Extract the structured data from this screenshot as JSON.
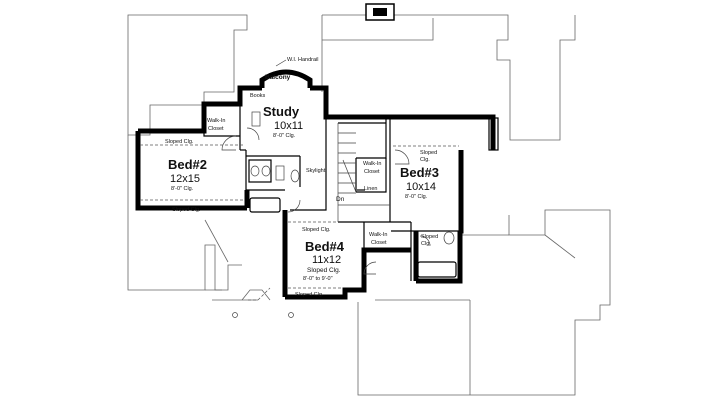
{
  "rooms": {
    "study": {
      "name": "Study",
      "size": "10x11",
      "ceiling": "8'-0\" Clg."
    },
    "bed2": {
      "name": "Bed#2",
      "size": "12x15",
      "ceiling": "8'-0\" Clg."
    },
    "bed3": {
      "name": "Bed#3",
      "size": "10x14",
      "ceiling": "8'-0\" Clg."
    },
    "bed4": {
      "name": "Bed#4",
      "size": "11x12",
      "ceiling": "Sloped Clg.",
      "ceiling_range": "8'-0\" to 9'-0\""
    }
  },
  "labels": {
    "balcony": "Balcony",
    "handrail": "W.I. Handrail",
    "books": "Books",
    "walk_in_closet_1": "Walk-In\nCloset",
    "walk_in_closet_2": "Walk-In\nCloset",
    "walk_in_closet_3": "Walk-In\nCloset",
    "sloped_clg_1": "Sloped Clg.",
    "sloped_clg_2": "Sloped Clg.",
    "sloped_clg_3": "Sloped Clg.",
    "sloped_clg_4": "Sloped\nClg.",
    "sloped_clg_5": "Sloped\nClg.",
    "sloped_clg_6": "Sloped Clg.",
    "skylight": "Skylight",
    "linen": "Linen",
    "down": "Dn"
  }
}
